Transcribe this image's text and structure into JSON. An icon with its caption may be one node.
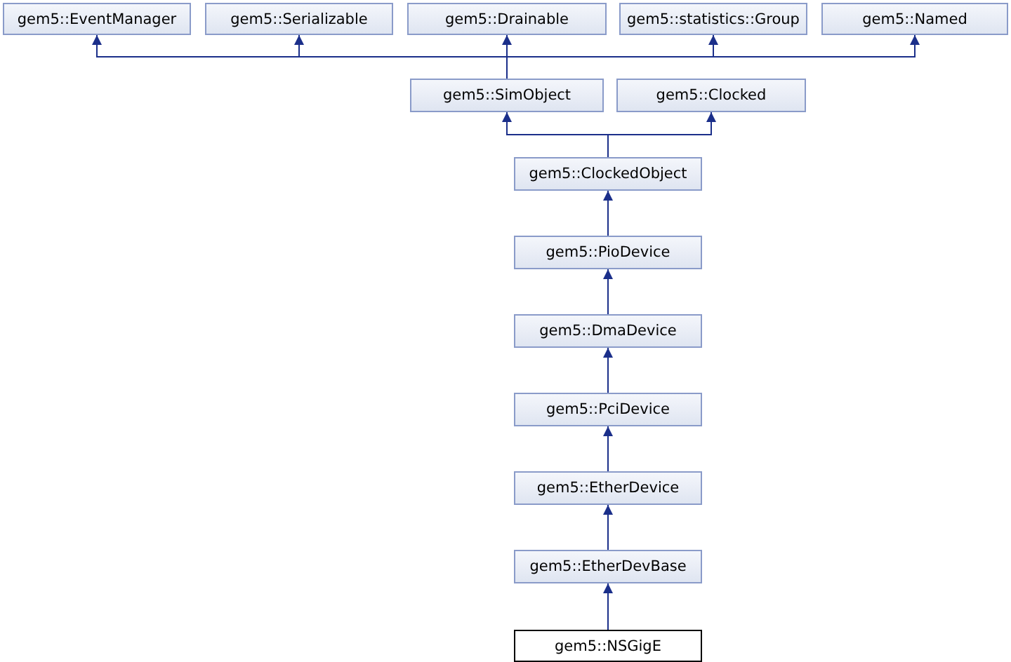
{
  "diagram": {
    "nodes": [
      {
        "text": [
          "gem5::EventManager"
        ]
      },
      {
        "text": [
          "gem5::Serializable"
        ]
      },
      {
        "text": [
          "gem5::Drainable"
        ]
      },
      {
        "text": [
          "gem5::statistics::Group"
        ]
      },
      {
        "text": [
          "gem5::Named"
        ]
      },
      {
        "text": [
          "gem5::SimObject"
        ]
      },
      {
        "text": [
          "gem5::Clocked"
        ]
      },
      {
        "text": [
          "gem5::ClockedObject"
        ]
      },
      {
        "text": [
          "gem5::PioDevice"
        ]
      },
      {
        "text": [
          "gem5::DmaDevice"
        ]
      },
      {
        "text": [
          "gem5::PciDevice"
        ]
      },
      {
        "text": [
          "gem5::EtherDevice"
        ]
      },
      {
        "text": [
          "gem5::EtherDevBase"
        ]
      },
      {
        "text": [
          "gem5::NSGigE"
        ]
      }
    ],
    "edges": [
      {
        "from": 5,
        "to": 0,
        "arrow": "to"
      },
      {
        "from": 5,
        "to": 1,
        "arrow": "to"
      },
      {
        "from": 5,
        "to": 2,
        "arrow": "to"
      },
      {
        "from": 5,
        "to": 3,
        "arrow": "to"
      },
      {
        "from": 5,
        "to": 4,
        "arrow": "to"
      },
      {
        "from": 7,
        "to": 5,
        "arrow": "to"
      },
      {
        "from": 7,
        "to": 6,
        "arrow": "to"
      },
      {
        "from": 8,
        "to": 7,
        "arrow": "to"
      },
      {
        "from": 9,
        "to": 8,
        "arrow": "to"
      },
      {
        "from": 10,
        "to": 9,
        "arrow": "to"
      },
      {
        "from": 11,
        "to": 10,
        "arrow": "to"
      },
      {
        "from": 12,
        "to": 11,
        "arrow": "to"
      },
      {
        "from": 13,
        "to": 12,
        "arrow": "to"
      }
    ]
  }
}
